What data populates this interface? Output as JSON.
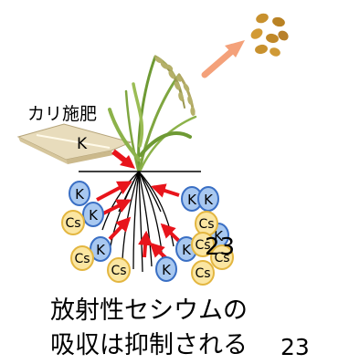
{
  "fertilizer_label": "カリ施肥",
  "fertilizer_bag_letter": "K",
  "caption_line1": "放射性セシウムの",
  "caption_line2": "吸収は抑制される",
  "slide_number": "23",
  "overlap_number": "23",
  "ion_k_label": "K",
  "ion_cs_label": "Cs",
  "k_ion_count": 8,
  "cs_ion_count": 8,
  "colors": {
    "k_fill": "#a8c8f0",
    "k_stroke": "#3a6fc4",
    "cs_fill": "#fbe6a2",
    "cs_stroke": "#e3b640",
    "arrow_red": "#e8141b",
    "grain_arrow": "#f4a17a",
    "plant_green": "#7fa640",
    "grain": "#c8912e",
    "bag": "#e8dcbc"
  }
}
